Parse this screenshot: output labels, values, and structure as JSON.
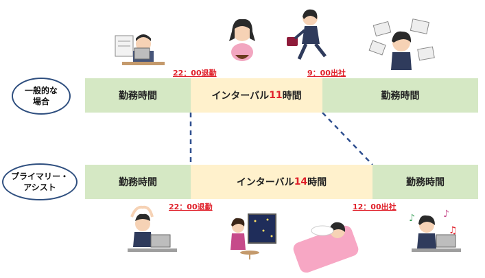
{
  "rows": [
    {
      "label_line1": "一般的な",
      "label_line2": "場合",
      "segments": {
        "work_left": "勤務時間",
        "interval_prefix": "インターバル",
        "interval_hours": "11",
        "interval_suffix": "時間",
        "work_right": "勤務時間"
      },
      "leave_time": "22：00退勤",
      "arrive_time": "9：00出社"
    },
    {
      "label_line1": "プライマリー・",
      "label_line2": "アシスト",
      "segments": {
        "work_left": "勤務時間",
        "interval_prefix": "インターバル",
        "interval_hours": "14",
        "interval_suffix": "時間",
        "work_right": "勤務時間"
      },
      "leave_time": "22：00退勤",
      "arrive_time": "12：00出社"
    }
  ],
  "colors": {
    "work": "#d5e8c4",
    "interval": "#fff1cc",
    "highlight": "#e0202a",
    "connector": "#2f4f8f"
  }
}
